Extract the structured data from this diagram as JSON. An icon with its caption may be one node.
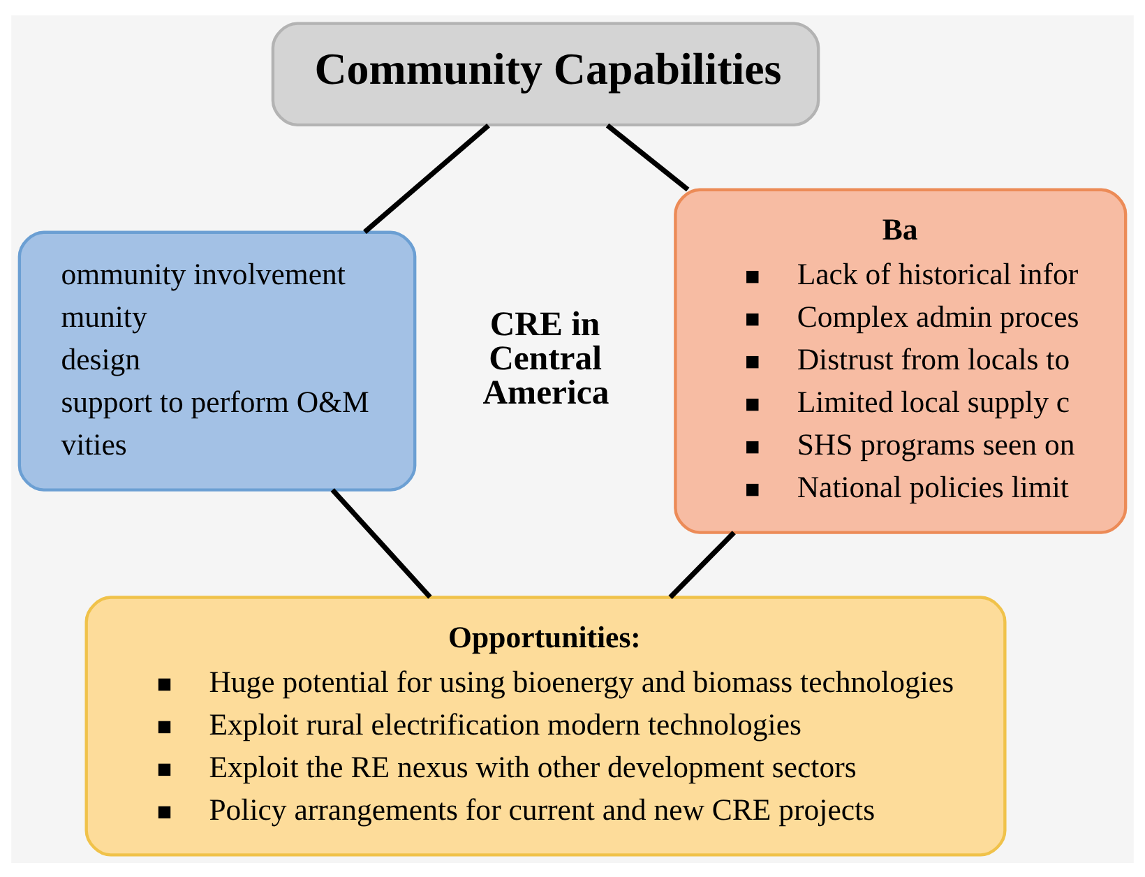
{
  "diagram": {
    "nodes": [
      {
        "text": [
          "Community Capabilities"
        ]
      },
      {
        "text": [
          "ommunity involvement",
          "munity",
          "design",
          "support to perform O&M",
          "vities"
        ]
      },
      {
        "text": [
          "Ba",
          "Lack of historical infor",
          "Complex admin proces",
          "Distrust from locals to",
          "Limited local supply c",
          "SHS programs seen on",
          "National policies limit"
        ]
      },
      {
        "text": [
          "Opportunities:",
          "Huge potential for using bioenergy and biomass technologies",
          "Exploit rural electrification modern technologies",
          "Exploit the RE nexus with other development sectors",
          "Policy arrangements for current and new CRE projects"
        ]
      }
    ],
    "edges": [
      {
        "from": 0,
        "to": 1,
        "arrow": "none"
      },
      {
        "from": 0,
        "to": 2,
        "arrow": "none"
      },
      {
        "from": 1,
        "to": 3,
        "arrow": "none"
      },
      {
        "from": 2,
        "to": 3,
        "arrow": "none"
      }
    ],
    "labels": [
      "CRE in Central America"
    ]
  }
}
